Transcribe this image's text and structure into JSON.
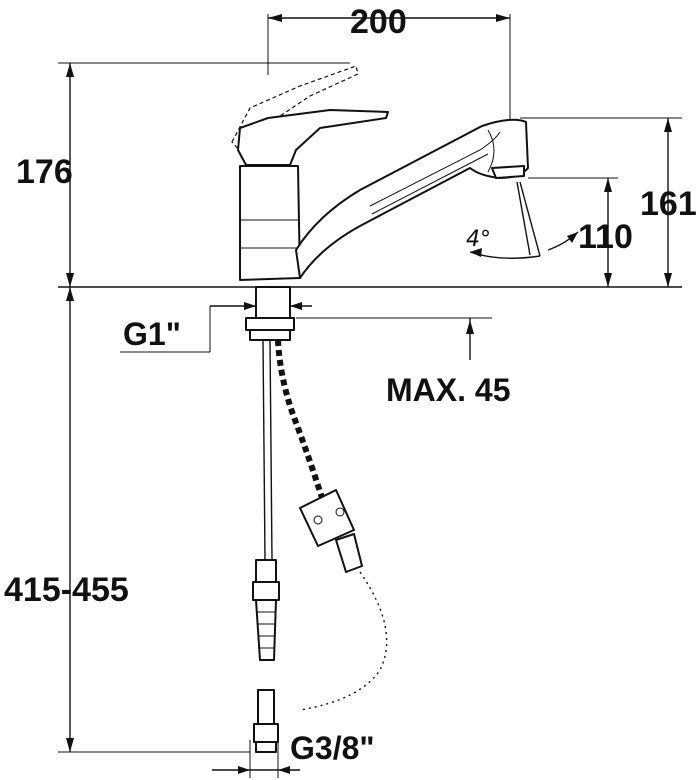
{
  "dimensions": {
    "spout_reach": "200",
    "total_height": "176",
    "spout_height": "161",
    "outlet_height": "110",
    "angle": "4°",
    "thread_main": "G1\"",
    "max_deck": "MAX. 45",
    "hose_length": "415-455",
    "thread_hose": "G3/8\""
  }
}
